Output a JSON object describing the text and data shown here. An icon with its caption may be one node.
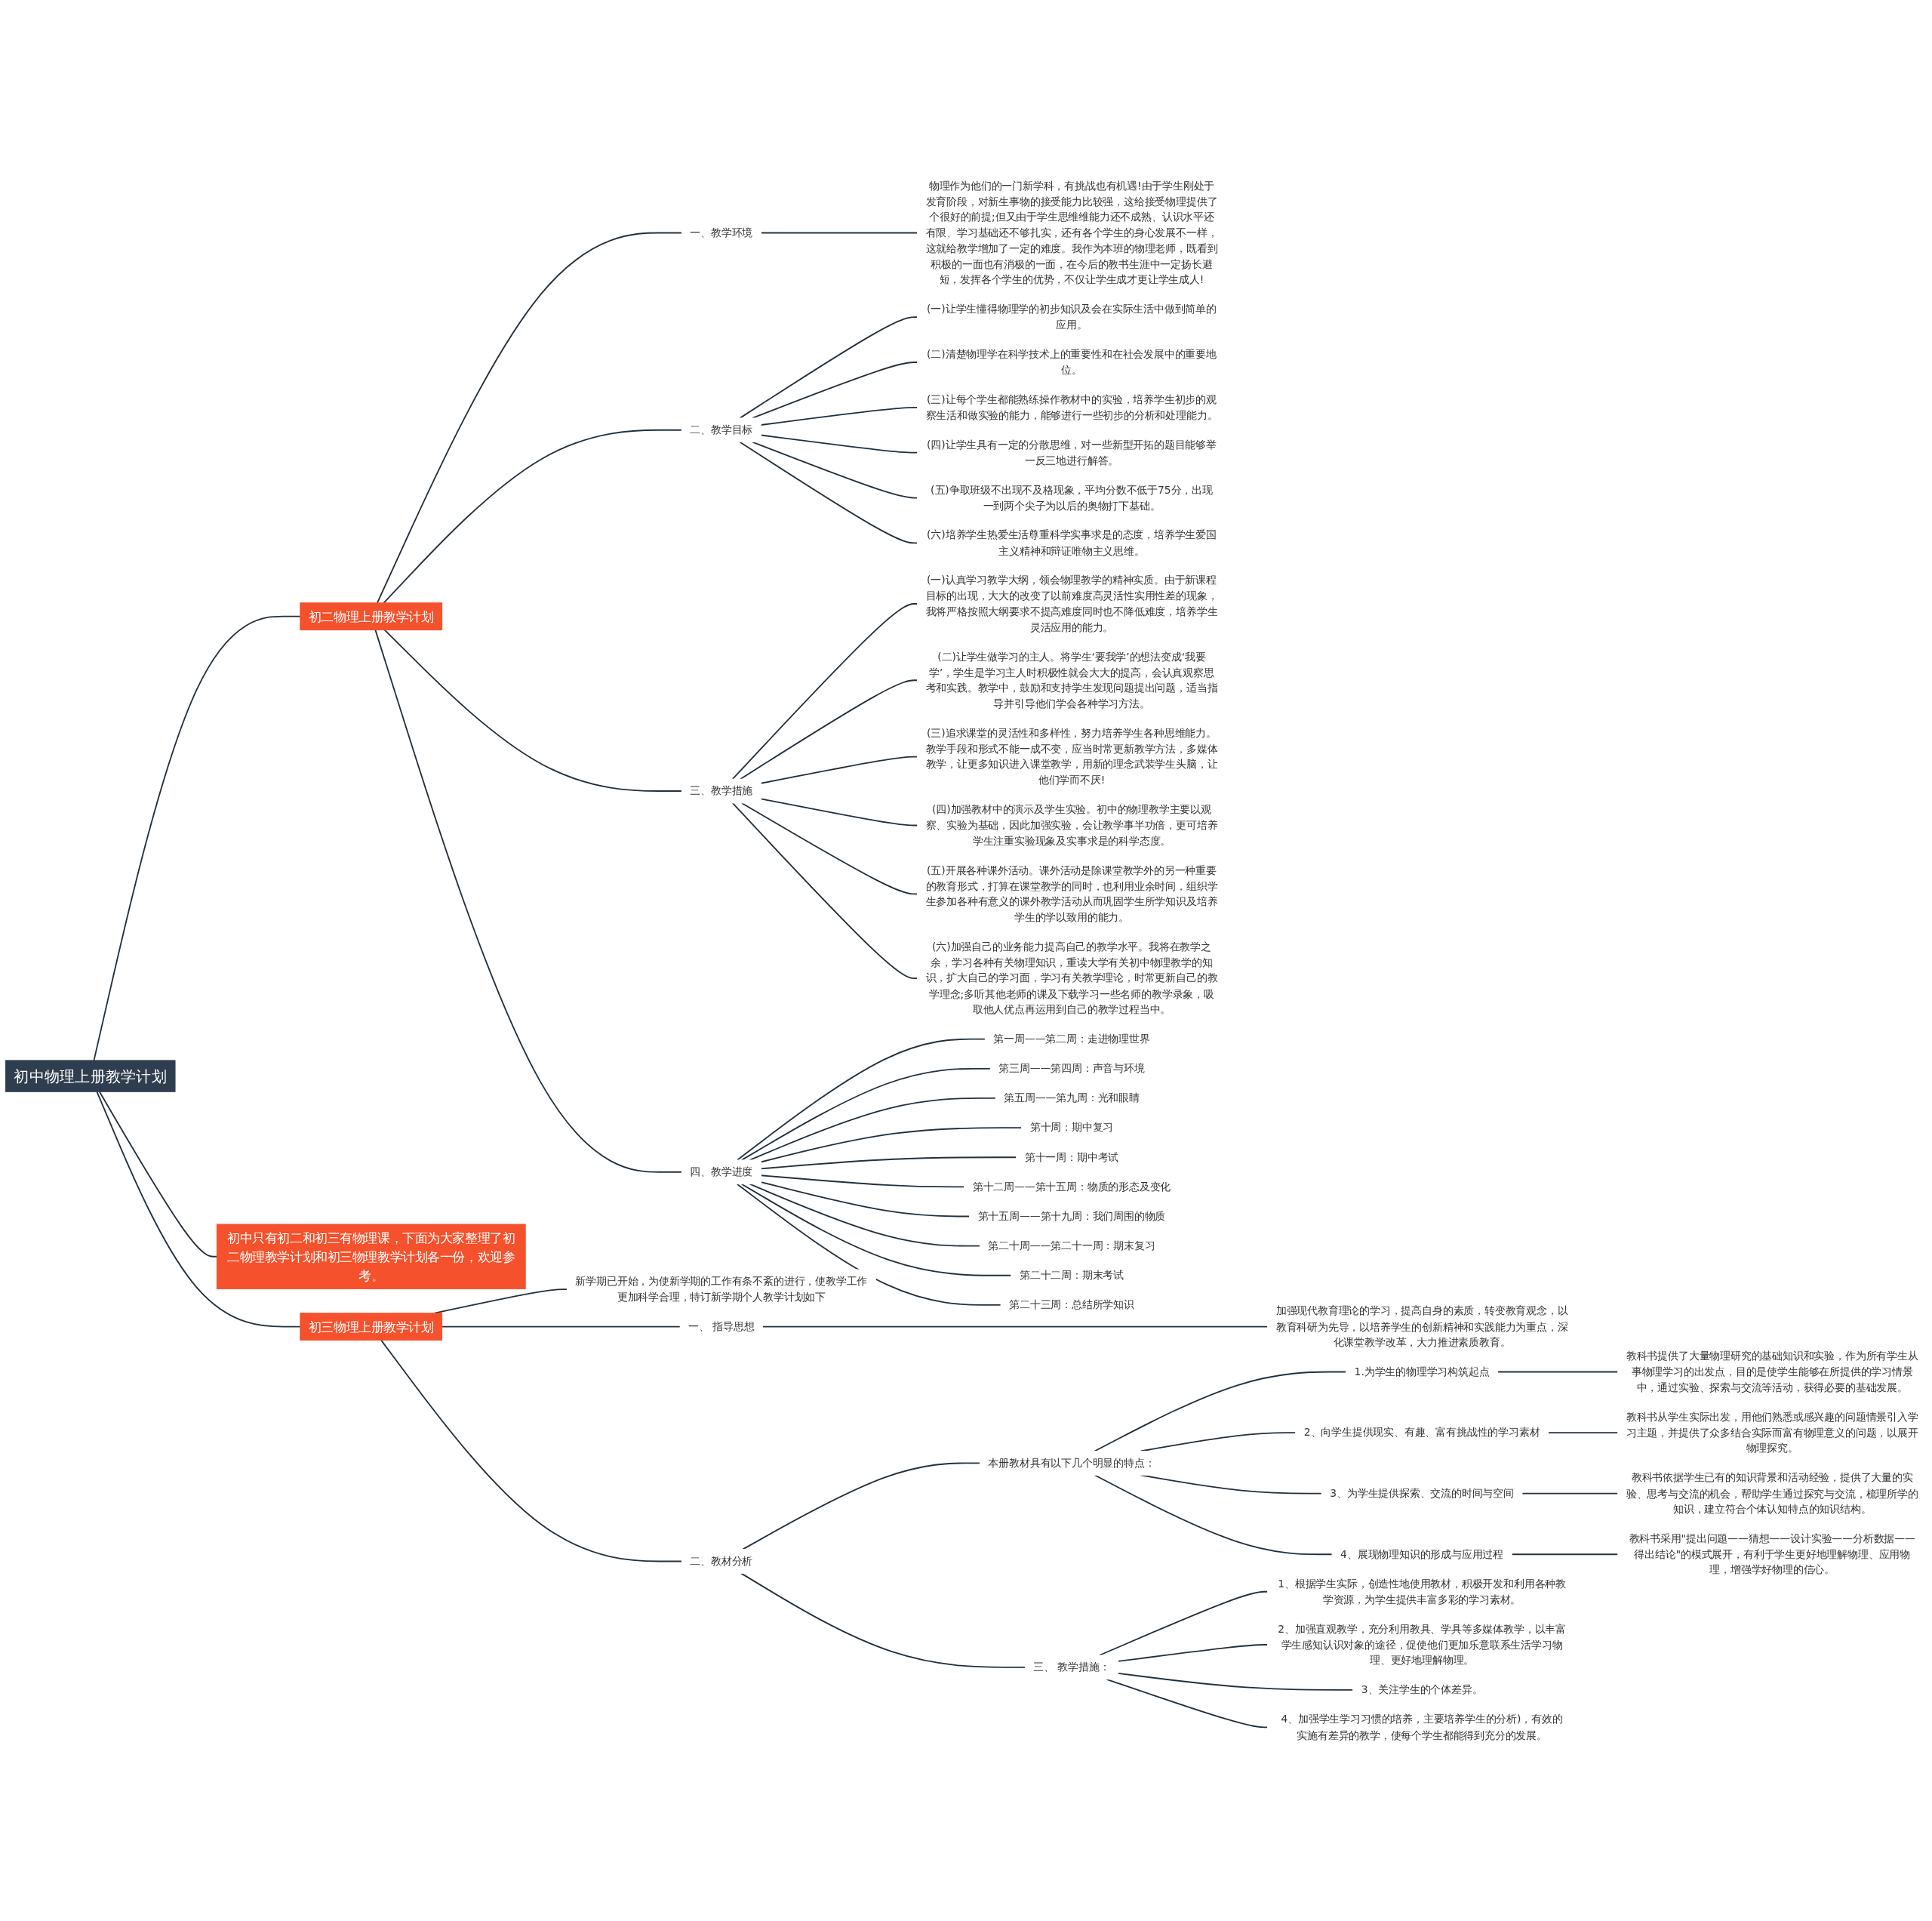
{
  "diagram": {
    "nodes": [
      {
        "text": [
          "初中物理上册教学计划"
        ]
      },
      {
        "text": [
          "初二物理上册教学计划"
        ]
      },
      {
        "text": [
          "一、教学环境"
        ]
      },
      {
        "text": [
          "物理作为他们的一门新学科，有挑战也有机遇!由于学生刚处于发育阶段，对新生事物的接受能力比较强，这给接受物理提供了个很好的前提;但又由于学生思维维能力还不成熟、认识水平还有限、学习基础还不够扎实，还有各个学生的身心发展不一样，这就给教学增加了一定的难度。我作为本班的物理老师，既看到积极的一面也有消极的一面，在今后的教书生涯中一定扬长避短，发挥各个学生的优势，不仅让学生成才更让学生成人!"
        ]
      },
      {
        "text": [
          "二、教学目标"
        ]
      },
      {
        "text": [
          "(一)让学生懂得物理学的初步知识及会在实际生活中做到简单的应用。"
        ]
      },
      {
        "text": [
          "(二)清楚物理学在科学技术上的重要性和在社会发展中的重要地位。"
        ]
      },
      {
        "text": [
          "(三)让每个学生都能熟练操作教材中的实验，培养学生初步的观察生活和做实验的能力，能够进行一些初步的分析和处理能力。"
        ]
      },
      {
        "text": [
          "(四)让学生具有一定的分散思维，对一些新型开拓的题目能够举一反三地进行解答。"
        ]
      },
      {
        "text": [
          "(五)争取班级不出现不及格现象，平均分数不低于75分，出现一到两个尖子为以后的奥物打下基础。"
        ]
      },
      {
        "text": [
          "(六)培养学生热爱生活尊重科学实事求是的态度，培养学生爱国主义精神和辩证唯物主义思维。"
        ]
      },
      {
        "text": [
          "三、教学措施"
        ]
      },
      {
        "text": [
          "(一)认真学习教学大纲，领会物理教学的精神实质。由于新课程目标的出现，大大的改变了以前难度高灵活性实用性差的现象，我将严格按照大纲要求不提高难度同时也不降低难度，培养学生灵活应用的能力。"
        ]
      },
      {
        "text": [
          "(二)让学生做学习的主人。将学生‘要我学’的想法变成‘我要学’，学生是学习主人时积极性就会大大的提高，会认真观察思考和实践。教学中，鼓励和支持学生发现问题提出问题，适当指导并引导他们学会各种学习方法。"
        ]
      },
      {
        "text": [
          "(三)追求课堂的灵活性和多样性，努力培养学生各种思维能力。教学手段和形式不能一成不变，应当时常更新教学方法，多媒体教学，让更多知识进入课堂教学，用新的理念武装学生头脑，让他们学而不厌!"
        ]
      },
      {
        "text": [
          "(四)加强教材中的演示及学生实验。初中的物理教学主要以观察、实验为基础，因此加强实验，会让教学事半功倍，更可培养学生注重实验现象及实事求是的科学态度。"
        ]
      },
      {
        "text": [
          "(五)开展各种课外活动。课外活动是除课堂教学外的另一种重要的教育形式，打算在课堂教学的同时，也利用业余时间，组织学生参加各种有意义的课外教学活动从而巩固学生所学知识及培养学生的学以致用的能力。"
        ]
      },
      {
        "text": [
          "(六)加强自己的业务能力提高自己的教学水平。我将在教学之余，学习各种有关物理知识，重读大学有关初中物理教学的知识，扩大自己的学习面，学习有关教学理论，时常更新自己的教学理念;多听其他老师的课及下载学习一些名师的教学录象，吸取他人优点再运用到自己的教学过程当中。"
        ]
      },
      {
        "text": [
          "四、教学进度"
        ]
      },
      {
        "text": [
          "第一周——第二周：走进物理世界"
        ]
      },
      {
        "text": [
          "第三周——第四周：声音与环境"
        ]
      },
      {
        "text": [
          "第五周——第九周：光和眼睛"
        ]
      },
      {
        "text": [
          "第十周：期中复习"
        ]
      },
      {
        "text": [
          "第十一周：期中考试"
        ]
      },
      {
        "text": [
          "第十二周——第十五周：物质的形态及变化"
        ]
      },
      {
        "text": [
          "第十五周——第十九周：我们周围的物质"
        ]
      },
      {
        "text": [
          "第二十周——第二十一周：期末复习"
        ]
      },
      {
        "text": [
          "第二十二周：期末考试"
        ]
      },
      {
        "text": [
          "第二十三周：总结所学知识"
        ]
      },
      {
        "text": [
          "初中只有初二和初三有物理课，下面为大家整理了初二物理教学计划和初三物理教学计划各一份，欢迎参考。"
        ]
      },
      {
        "text": [
          "初三物理上册教学计划"
        ]
      },
      {
        "text": [
          "新学期已开始，为使新学期的工作有条不紊的进行，使教学工作更加科学合理，特订新学期个人教学计划如下"
        ]
      },
      {
        "text": [
          "一、 指导思想"
        ]
      },
      {
        "text": [
          "加强现代教育理论的学习，提高自身的素质，转变教育观念，以教育科研为先导，以培养学生的创新精神和实践能力为重点，深化课堂教学改革，大力推进素质教育。"
        ]
      },
      {
        "text": [
          "二、教材分析"
        ]
      },
      {
        "text": [
          "本册教材具有以下几个明显的特点："
        ]
      },
      {
        "text": [
          "1.为学生的物理学习构筑起点"
        ]
      },
      {
        "text": [
          "教科书提供了大量物理研究的基础知识和实验，作为所有学生从事物理学习的出发点，目的是使学生能够在所提供的学习情景中，通过实验、探索与交流等活动，获得必要的基础发展。"
        ]
      },
      {
        "text": [
          "2、向学生提供现实、有趣、富有挑战性的学习素材"
        ]
      },
      {
        "text": [
          "教科书从学生实际出发，用他们熟悉或感兴趣的问题情景引入学习主题，并提供了众多结合实际而富有物理意义的问题，以展开物理探究。"
        ]
      },
      {
        "text": [
          "3、为学生提供探索、交流的时间与空间"
        ]
      },
      {
        "text": [
          "教科书依据学生已有的知识背景和活动经验，提供了大量的实验、思考与交流的机会，帮助学生通过探究与交流，梳理所学的知识，建立符合个体认知特点的知识结构。"
        ]
      },
      {
        "text": [
          "4、展现物理知识的形成与应用过程"
        ]
      },
      {
        "text": [
          "教科书采用\"提出问题——猜想——设计实验——分析数据——得出结论\"的模式展开，有利于学生更好地理解物理、应用物理，增强学好物理的信心。"
        ]
      },
      {
        "text": [
          "三、 教学措施："
        ]
      },
      {
        "text": [
          "1、根据学生实际，创造性地使用教材，积极开发和利用各种教学资源，为学生提供丰富多彩的学习素材。"
        ]
      },
      {
        "text": [
          "2、加强直观教学，充分利用教具、学具等多媒体教学，以丰富学生感知认识对象的途径，促使他们更加乐意联系生活学习物理、更好地理解物理。"
        ]
      },
      {
        "text": [
          "3、关注学生的个体差异。"
        ]
      },
      {
        "text": [
          "4、加强学生学习习惯的培养，主要培养学生的分析)，有效的实施有差异的教学，使每个学生都能得到充分的发展。"
        ]
      }
    ],
    "edges": [
      {
        "from": 0,
        "to": 1,
        "arrow": "none"
      },
      {
        "from": 1,
        "to": 2,
        "arrow": "none"
      },
      {
        "from": 2,
        "to": 3,
        "arrow": "none"
      },
      {
        "from": 1,
        "to": 4,
        "arrow": "none"
      },
      {
        "from": 4,
        "to": 5,
        "arrow": "none"
      },
      {
        "from": 4,
        "to": 6,
        "arrow": "none"
      },
      {
        "from": 4,
        "to": 7,
        "arrow": "none"
      },
      {
        "from": 4,
        "to": 8,
        "arrow": "none"
      },
      {
        "from": 4,
        "to": 9,
        "arrow": "none"
      },
      {
        "from": 4,
        "to": 10,
        "arrow": "none"
      },
      {
        "from": 1,
        "to": 11,
        "arrow": "none"
      },
      {
        "from": 11,
        "to": 12,
        "arrow": "none"
      },
      {
        "from": 11,
        "to": 13,
        "arrow": "none"
      },
      {
        "from": 11,
        "to": 14,
        "arrow": "none"
      },
      {
        "from": 11,
        "to": 15,
        "arrow": "none"
      },
      {
        "from": 11,
        "to": 16,
        "arrow": "none"
      },
      {
        "from": 11,
        "to": 17,
        "arrow": "none"
      },
      {
        "from": 1,
        "to": 18,
        "arrow": "none"
      },
      {
        "from": 18,
        "to": 19,
        "arrow": "none"
      },
      {
        "from": 18,
        "to": 20,
        "arrow": "none"
      },
      {
        "from": 18,
        "to": 21,
        "arrow": "none"
      },
      {
        "from": 18,
        "to": 22,
        "arrow": "none"
      },
      {
        "from": 18,
        "to": 23,
        "arrow": "none"
      },
      {
        "from": 18,
        "to": 24,
        "arrow": "none"
      },
      {
        "from": 18,
        "to": 25,
        "arrow": "none"
      },
      {
        "from": 18,
        "to": 26,
        "arrow": "none"
      },
      {
        "from": 18,
        "to": 27,
        "arrow": "none"
      },
      {
        "from": 18,
        "to": 28,
        "arrow": "none"
      },
      {
        "from": 0,
        "to": 29,
        "arrow": "none"
      },
      {
        "from": 0,
        "to": 30,
        "arrow": "none"
      },
      {
        "from": 30,
        "to": 31,
        "arrow": "none"
      },
      {
        "from": 30,
        "to": 32,
        "arrow": "none"
      },
      {
        "from": 32,
        "to": 33,
        "arrow": "none"
      },
      {
        "from": 30,
        "to": 34,
        "arrow": "none"
      },
      {
        "from": 34,
        "to": 35,
        "arrow": "none"
      },
      {
        "from": 35,
        "to": 36,
        "arrow": "none"
      },
      {
        "from": 36,
        "to": 37,
        "arrow": "none"
      },
      {
        "from": 35,
        "to": 38,
        "arrow": "none"
      },
      {
        "from": 38,
        "to": 39,
        "arrow": "none"
      },
      {
        "from": 35,
        "to": 40,
        "arrow": "none"
      },
      {
        "from": 40,
        "to": 41,
        "arrow": "none"
      },
      {
        "from": 35,
        "to": 42,
        "arrow": "none"
      },
      {
        "from": 42,
        "to": 43,
        "arrow": "none"
      },
      {
        "from": 34,
        "to": 44,
        "arrow": "none"
      },
      {
        "from": 44,
        "to": 45,
        "arrow": "none"
      },
      {
        "from": 44,
        "to": 46,
        "arrow": "none"
      },
      {
        "from": 44,
        "to": 47,
        "arrow": "none"
      },
      {
        "from": 44,
        "to": 48,
        "arrow": "none"
      }
    ]
  }
}
